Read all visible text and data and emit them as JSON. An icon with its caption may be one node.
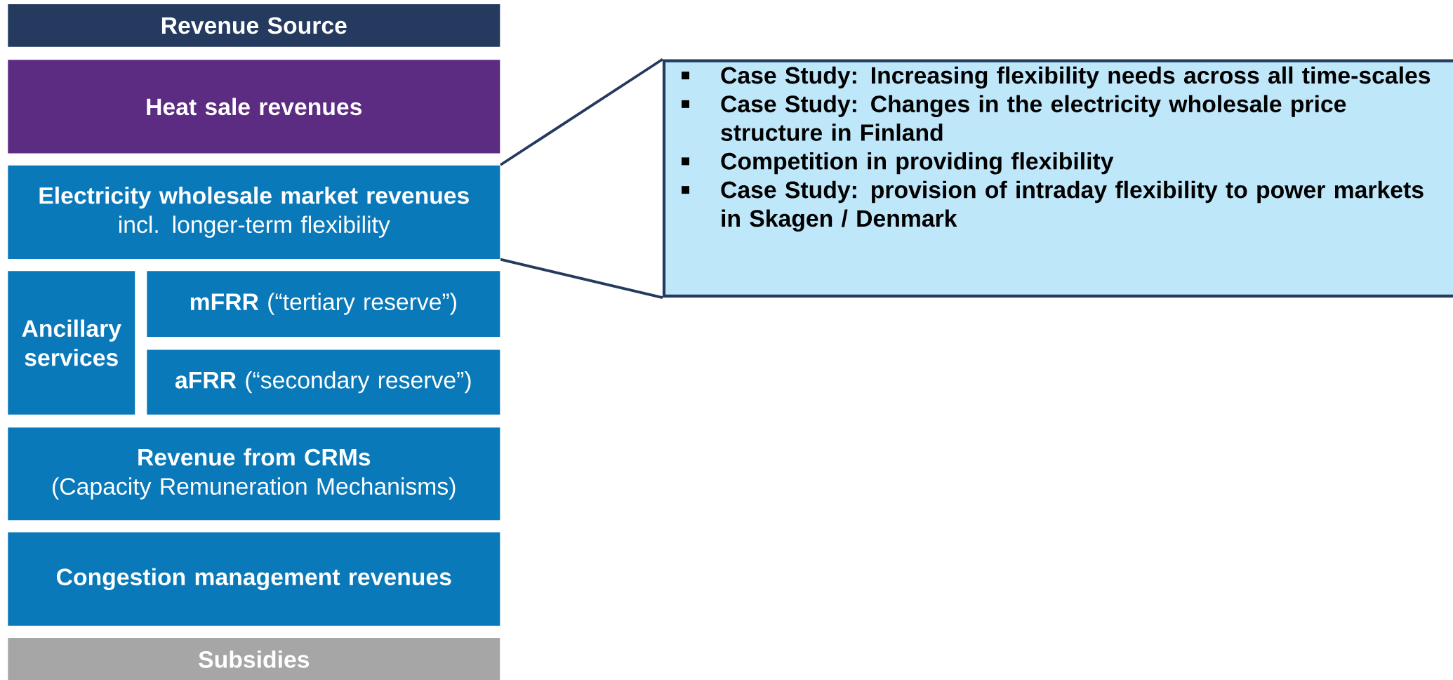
{
  "diagram": {
    "nodes": [
      {
        "text": [
          "Revenue Source"
        ]
      },
      {
        "text": [
          "Heat sale revenues"
        ]
      },
      {
        "text": [
          "Electricity wholesale market revenues",
          "incl. longer-term flexibility"
        ]
      },
      {
        "text": [
          "Ancillary services"
        ]
      },
      {
        "text": [
          "**mFRR** (“tertiary reserve”)"
        ]
      },
      {
        "text": [
          "**aFRR** (“secondary reserve”)"
        ]
      },
      {
        "text": [
          "Revenue from CRMs",
          "(Capacity Remuneration Mechanisms)"
        ]
      },
      {
        "text": [
          "Congestion management revenues"
        ]
      },
      {
        "text": [
          "Subsidies"
        ]
      },
      {
        "text": [
          "Case Study: Increasing flexibility needs across all time-scales",
          "Case Study: Changes in the electricity wholesale price structure in Finland",
          "Competition in providing flexibility",
          "Case Study: provision of intraday flexibility to power markets in Skagen / Denmark"
        ]
      }
    ],
    "edges": [
      {
        "from": 2,
        "to": 9,
        "arrow": "none"
      }
    ]
  }
}
